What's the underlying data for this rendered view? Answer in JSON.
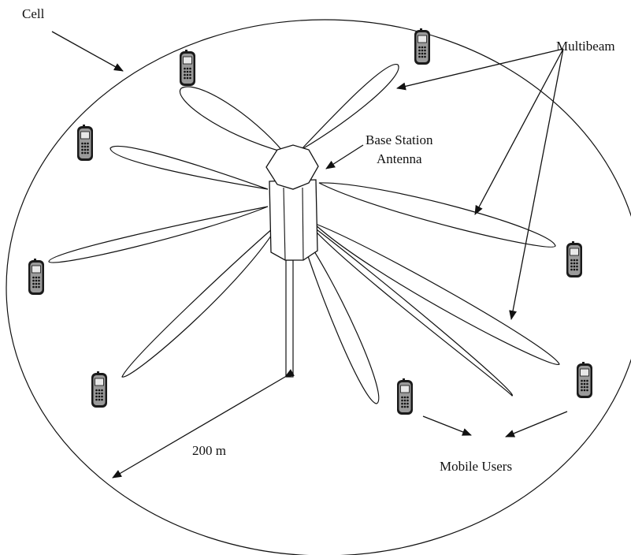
{
  "labels": {
    "cell": "Cell",
    "multibeam": "Multibeam",
    "base_station_line1": "Base Station",
    "base_station_line2": "Antenna",
    "distance": "200 m",
    "mobile_users": "Mobile Users"
  },
  "colors": {
    "stroke": "#111111",
    "phone_body": "#9a9a9a",
    "phone_screen": "#e8e8e8",
    "background": "#ffffff"
  }
}
